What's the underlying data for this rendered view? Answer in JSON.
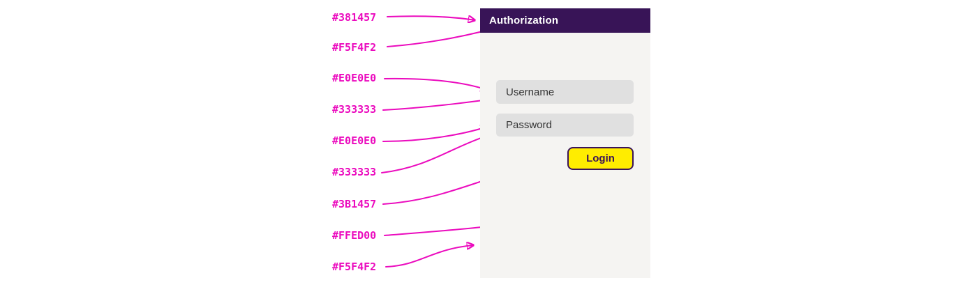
{
  "annotations": {
    "arrow_color": "#EB0BBE",
    "labels": [
      {
        "text": "#381457",
        "target": "card-header-background"
      },
      {
        "text": "#F5F4F2",
        "target": "card-background"
      },
      {
        "text": "#E0E0E0",
        "target": "username-field-background"
      },
      {
        "text": "#333333",
        "target": "username-text-color"
      },
      {
        "text": "#E0E0E0",
        "target": "password-field-background"
      },
      {
        "text": "#333333",
        "target": "password-text-color"
      },
      {
        "text": "#3B1457",
        "target": "login-button-text-color"
      },
      {
        "text": "#FFED00",
        "target": "login-button-background"
      },
      {
        "text": "#F5F4F2",
        "target": "card-body-background"
      }
    ]
  },
  "card": {
    "header": {
      "title": "Authorization",
      "background": "#381457",
      "text_color": "#FFFFFF"
    },
    "body_background": "#F5F4F2",
    "fields": [
      {
        "placeholder": "Username",
        "value": "",
        "background": "#E0E0E0",
        "text_color": "#333333"
      },
      {
        "placeholder": "Password",
        "value": "",
        "background": "#E0E0E0",
        "text_color": "#333333"
      }
    ],
    "button": {
      "label": "Login",
      "background": "#FFED00",
      "border_color": "#3B1457",
      "text_color": "#3B1457"
    }
  }
}
